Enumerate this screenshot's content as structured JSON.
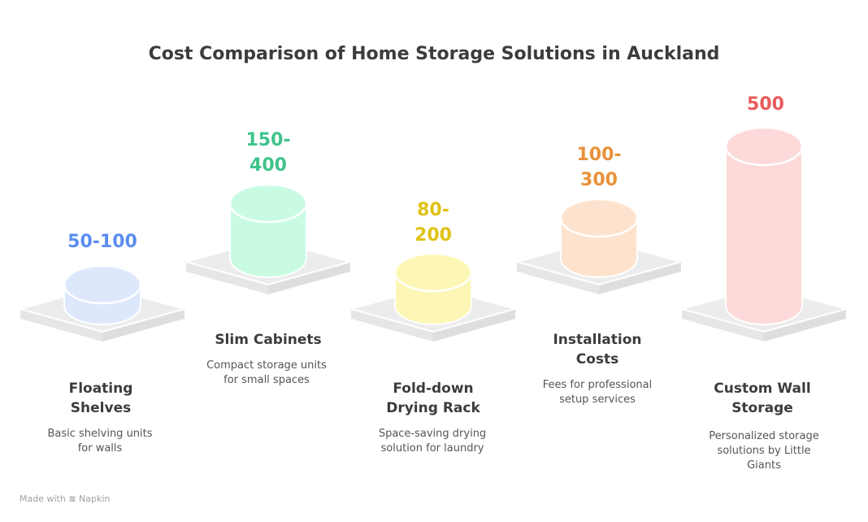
{
  "title": "Cost Comparison of Home Storage Solutions in Auckland",
  "items": [
    {
      "value_line1": "50-100",
      "value_line2": "",
      "label_line1": "Floating",
      "label_line2": "Shelves",
      "desc_line1": "Basic shelving units",
      "desc_line2": "for walls",
      "desc_line3": "",
      "text_color": "#5b8def",
      "fill_color": "#dde8fd"
    },
    {
      "value_line1": "150-",
      "value_line2": "400",
      "label_line1": "Slim Cabinets",
      "label_line2": "",
      "desc_line1": "Compact storage units",
      "desc_line2": "for small spaces",
      "desc_line3": "",
      "text_color": "#3fc48b",
      "fill_color": "#c9fbe3"
    },
    {
      "value_line1": "80-",
      "value_line2": "200",
      "label_line1": "Fold-down",
      "label_line2": "Drying Rack",
      "desc_line1": "Space-saving drying",
      "desc_line2": "solution for laundry",
      "desc_line3": "",
      "text_color": "#e0c216",
      "fill_color": "#fdf7b5"
    },
    {
      "value_line1": "100-",
      "value_line2": "300",
      "label_line1": "Installation",
      "label_line2": "Costs",
      "desc_line1": "Fees for professional",
      "desc_line2": "setup services",
      "desc_line3": "",
      "text_color": "#e8923a",
      "fill_color": "#fde3cd"
    },
    {
      "value_line1": "500",
      "value_line2": "",
      "label_line1": "Custom Wall",
      "label_line2": "Storage",
      "desc_line1": "Personalized storage",
      "desc_line2": "solutions by Little",
      "desc_line3": "Giants",
      "text_color": "#e85a5a",
      "fill_color": "#fed9d9"
    }
  ],
  "footer": {
    "prefix": "Made with",
    "brand": "Napkin"
  }
}
